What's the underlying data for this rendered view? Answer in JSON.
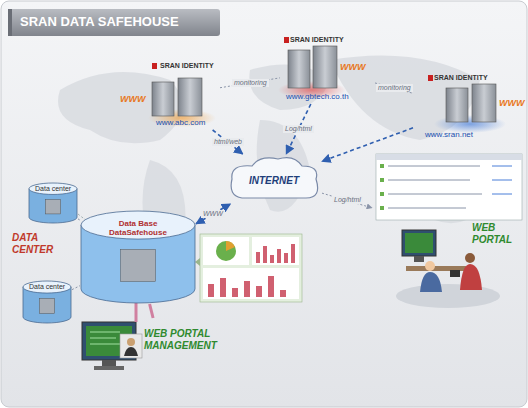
{
  "diagram": {
    "title": "SRAN DATA SAFEHOUSE",
    "nodes": [
      {
        "text": [
          "SRAN IDENTITY",
          "WWW",
          "www.abc.com"
        ]
      },
      {
        "text": [
          "SRAN IDENTITY",
          "WWW",
          "www.gbtech.co.th"
        ]
      },
      {
        "text": [
          "SRAN IDENTITY",
          "WWW",
          "www.sran.net"
        ]
      },
      {
        "text": [
          "INTERNET"
        ]
      },
      {
        "text": [
          "Data center"
        ]
      },
      {
        "text": [
          "Data Base DataSafehouse"
        ]
      },
      {
        "text": [
          "Data center"
        ]
      },
      {
        "text": [
          "WEB PORTAL MANAGEMENT"
        ]
      },
      {
        "text": [
          "WEB PORTAL"
        ]
      }
    ],
    "edges": [
      {
        "from": 0,
        "to": 3,
        "arrow": "to",
        "label": "html/web"
      },
      {
        "from": 1,
        "to": 3,
        "arrow": "to",
        "label": "Log/html"
      },
      {
        "from": 2,
        "to": 3,
        "arrow": "to"
      },
      {
        "from": 5,
        "to": 3,
        "arrow": "both",
        "label": "WWW"
      },
      {
        "from": 3,
        "to": 8,
        "arrow": "to",
        "label": "Log/html"
      },
      {
        "from": 0,
        "to": 1,
        "arrow": "none",
        "label": "monitoring"
      },
      {
        "from": 1,
        "to": 2,
        "arrow": "none",
        "label": "monitoring"
      },
      {
        "from": 4,
        "to": 5,
        "arrow": "none"
      },
      {
        "from": 6,
        "to": 5,
        "arrow": "none"
      },
      {
        "from": 5,
        "to": 7,
        "arrow": "none"
      }
    ],
    "labels": [
      "DATA CENTER"
    ]
  }
}
